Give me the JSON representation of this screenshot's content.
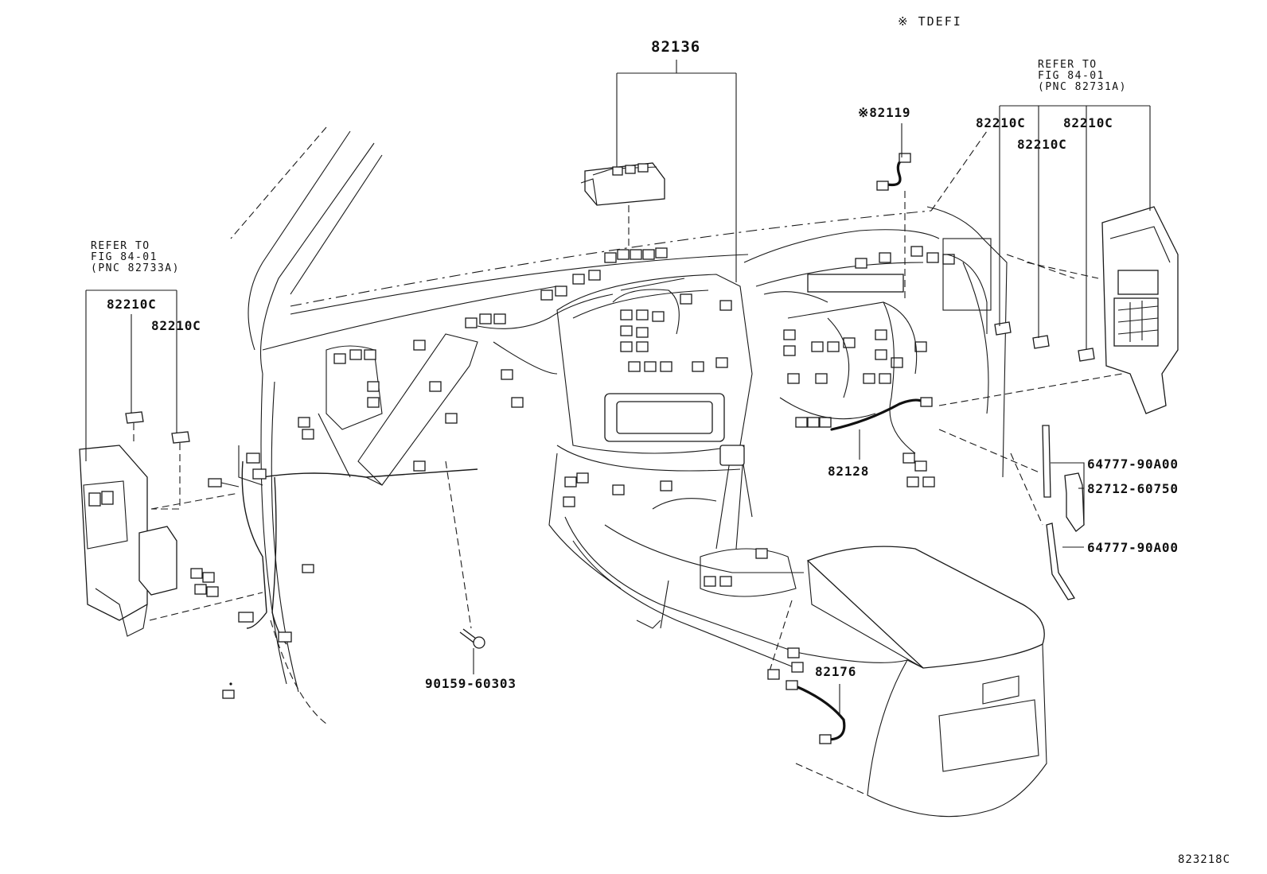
{
  "note": {
    "symbol": "※",
    "text": "TDEFI"
  },
  "callouts": {
    "p82136": "82136",
    "p82119": "※82119",
    "p82128": "82128",
    "p82176": "82176",
    "p90159": "90159-60303",
    "p64777a": "64777-90A00",
    "p82712": "82712-60750",
    "p64777b": "64777-90A00",
    "r_82210c_1": "82210C",
    "r_82210c_2": "82210C",
    "r_82210c_3": "82210C",
    "l_82210c_1": "82210C",
    "l_82210c_2": "82210C"
  },
  "refer_left": {
    "line1": "REFER TO",
    "line2": "FIG 84-01",
    "line3": "(PNC 82733A)"
  },
  "refer_right": {
    "line1": "REFER TO",
    "line2": "FIG 84-01",
    "line3": "(PNC 82731A)"
  },
  "figure_id": "823218C",
  "colors": {
    "ink": "#111111",
    "background": "#ffffff"
  }
}
